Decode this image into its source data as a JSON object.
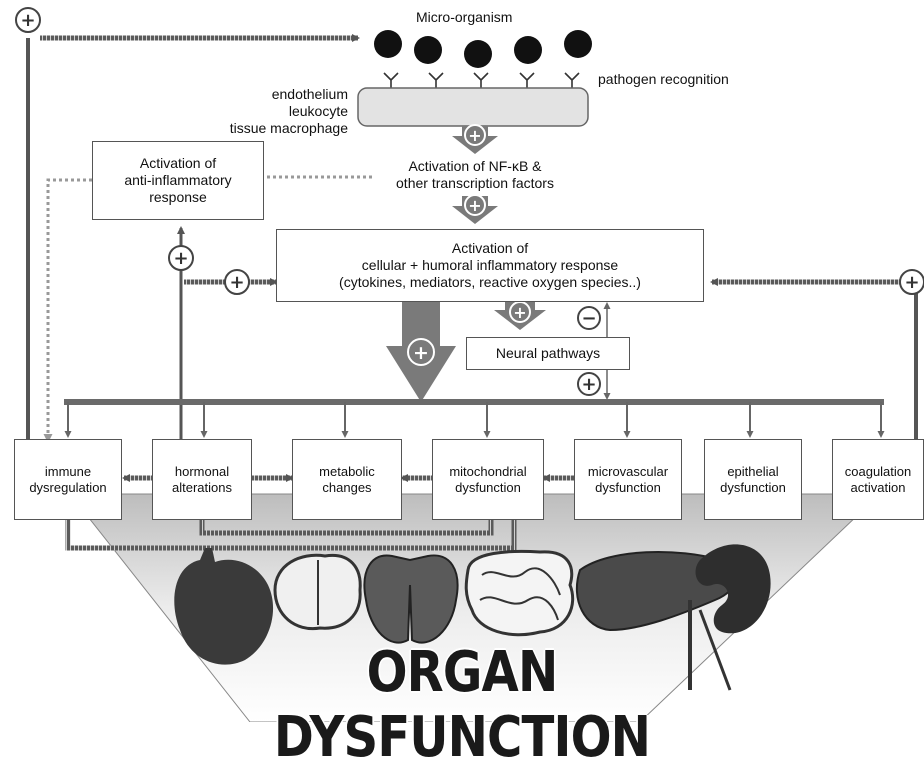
{
  "micro_organism": "Micro-organism",
  "pathogen_recognition": "pathogen recognition",
  "cell_types": [
    "endothelium",
    "leukocyte",
    "tissue macrophage"
  ],
  "nfkb": [
    "Activation of NF-κB &",
    "other transcription factors"
  ],
  "anti_inflammatory": [
    "Activation of",
    "anti-inflammatory",
    "response"
  ],
  "inflammatory": [
    "Activation of",
    "cellular + humoral inflammatory response",
    "(cytokines, mediators, reactive oxygen species..)"
  ],
  "neural_pathways": "Neural pathways",
  "outcomes": [
    [
      "immune",
      "dysregulation"
    ],
    [
      "hormonal",
      "alterations"
    ],
    [
      "metabolic",
      "changes"
    ],
    [
      "mitochondrial",
      "dysfunction"
    ],
    [
      "microvascular",
      "dysfunction"
    ],
    [
      "epithelial",
      "dysfunction"
    ],
    [
      "coagulation",
      "activation"
    ]
  ],
  "organs": [
    "heart-icon",
    "brain-icon",
    "lungs-icon",
    "intestine-icon",
    "liver-icon",
    "kidney-icon"
  ],
  "organ_dysfunction": "ORGAN DYSFUNCTION",
  "signs": {
    "plus": "+",
    "minus": "−"
  },
  "colors": {
    "arrow_fill": "#7a7a7a",
    "hatched_arrow": "#555555",
    "dotted_arrow": "#999999",
    "funnel": "#d9d9d9",
    "organ": "#3a3a3a"
  }
}
